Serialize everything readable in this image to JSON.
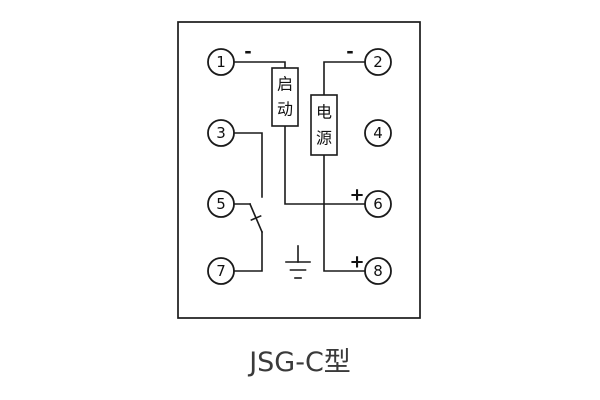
{
  "caption": "JSG-C型",
  "boxes": {
    "start": {
      "label": "启动",
      "chars": [
        "启",
        "动"
      ]
    },
    "power": {
      "label": "电源",
      "chars": [
        "电",
        "源"
      ]
    }
  },
  "terminals": [
    {
      "num": "1",
      "polarity": "-"
    },
    {
      "num": "2",
      "polarity": "-"
    },
    {
      "num": "3",
      "polarity": ""
    },
    {
      "num": "4",
      "polarity": ""
    },
    {
      "num": "5",
      "polarity": ""
    },
    {
      "num": "6",
      "polarity": "+"
    },
    {
      "num": "7",
      "polarity": ""
    },
    {
      "num": "8",
      "polarity": "+"
    }
  ],
  "symbols": {
    "ground": "earth-ground",
    "switch": "normally-open-contact"
  },
  "colors": {
    "line": "#1a1a1a",
    "caption_text": "#3a3a3a",
    "background": "#ffffff"
  }
}
